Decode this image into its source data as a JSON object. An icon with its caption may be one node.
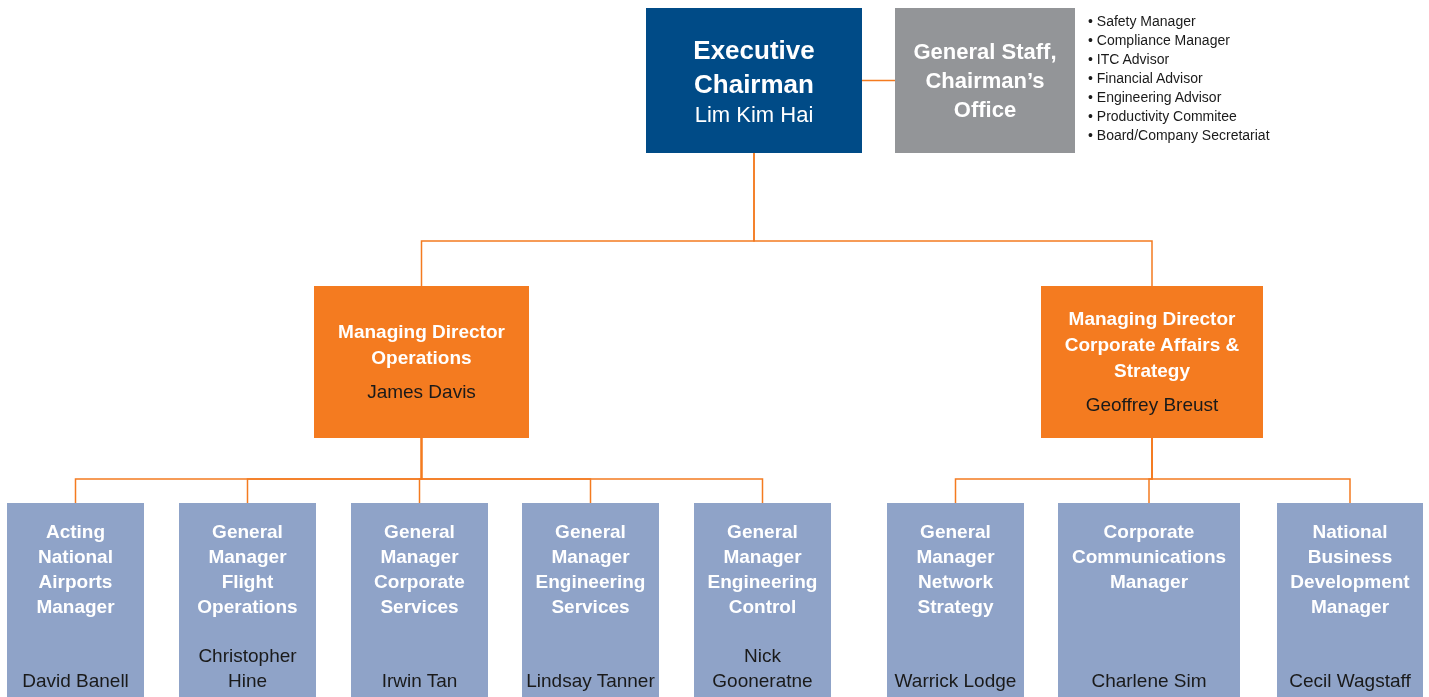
{
  "diagram": {
    "nodes": [
      {
        "text": [
          "Executive Chairman",
          "Lim Kim Hai"
        ]
      },
      {
        "text": [
          "General Staff, Chairman’s Office"
        ]
      },
      {
        "text": [
          "Managing Director Operations",
          "James Davis"
        ]
      },
      {
        "text": [
          "Managing Director Corporate Affairs & Strategy",
          "Geoffrey Breust"
        ]
      },
      {
        "text": [
          "Acting National Airports Manager",
          "David Banell"
        ]
      },
      {
        "text": [
          "General Manager Flight Operations",
          "Christopher Hine"
        ]
      },
      {
        "text": [
          "General Manager Corporate Services",
          "Irwin Tan"
        ]
      },
      {
        "text": [
          "General Manager Engineering Services",
          "Lindsay Tanner"
        ]
      },
      {
        "text": [
          "General Manager Engineering Control",
          "Nick Gooneratne"
        ]
      },
      {
        "text": [
          "General Manager Network Strategy",
          "Warrick Lodge"
        ]
      },
      {
        "text": [
          "Corporate Communications Manager",
          "Charlene Sim"
        ]
      },
      {
        "text": [
          "National Business Development Manager",
          "Cecil Wagstaff"
        ]
      }
    ],
    "edges": [
      {
        "from": 0,
        "to": 1,
        "arrow": "none"
      },
      {
        "from": 0,
        "to": 2,
        "arrow": "none"
      },
      {
        "from": 0,
        "to": 3,
        "arrow": "none"
      },
      {
        "from": 2,
        "to": 4,
        "arrow": "none"
      },
      {
        "from": 2,
        "to": 5,
        "arrow": "none"
      },
      {
        "from": 2,
        "to": 6,
        "arrow": "none"
      },
      {
        "from": 2,
        "to": 7,
        "arrow": "none"
      },
      {
        "from": 2,
        "to": 8,
        "arrow": "none"
      },
      {
        "from": 3,
        "to": 9,
        "arrow": "none"
      },
      {
        "from": 3,
        "to": 10,
        "arrow": "none"
      },
      {
        "from": 3,
        "to": 11,
        "arrow": "none"
      }
    ],
    "labels": [
      "• Safety Manager",
      "• Compliance Manager",
      "• ITC Advisor",
      "• Financial Advisor",
      "• Engineering Advisor",
      "• Productivity Commitee",
      "• Board/Company Secretariat"
    ]
  }
}
